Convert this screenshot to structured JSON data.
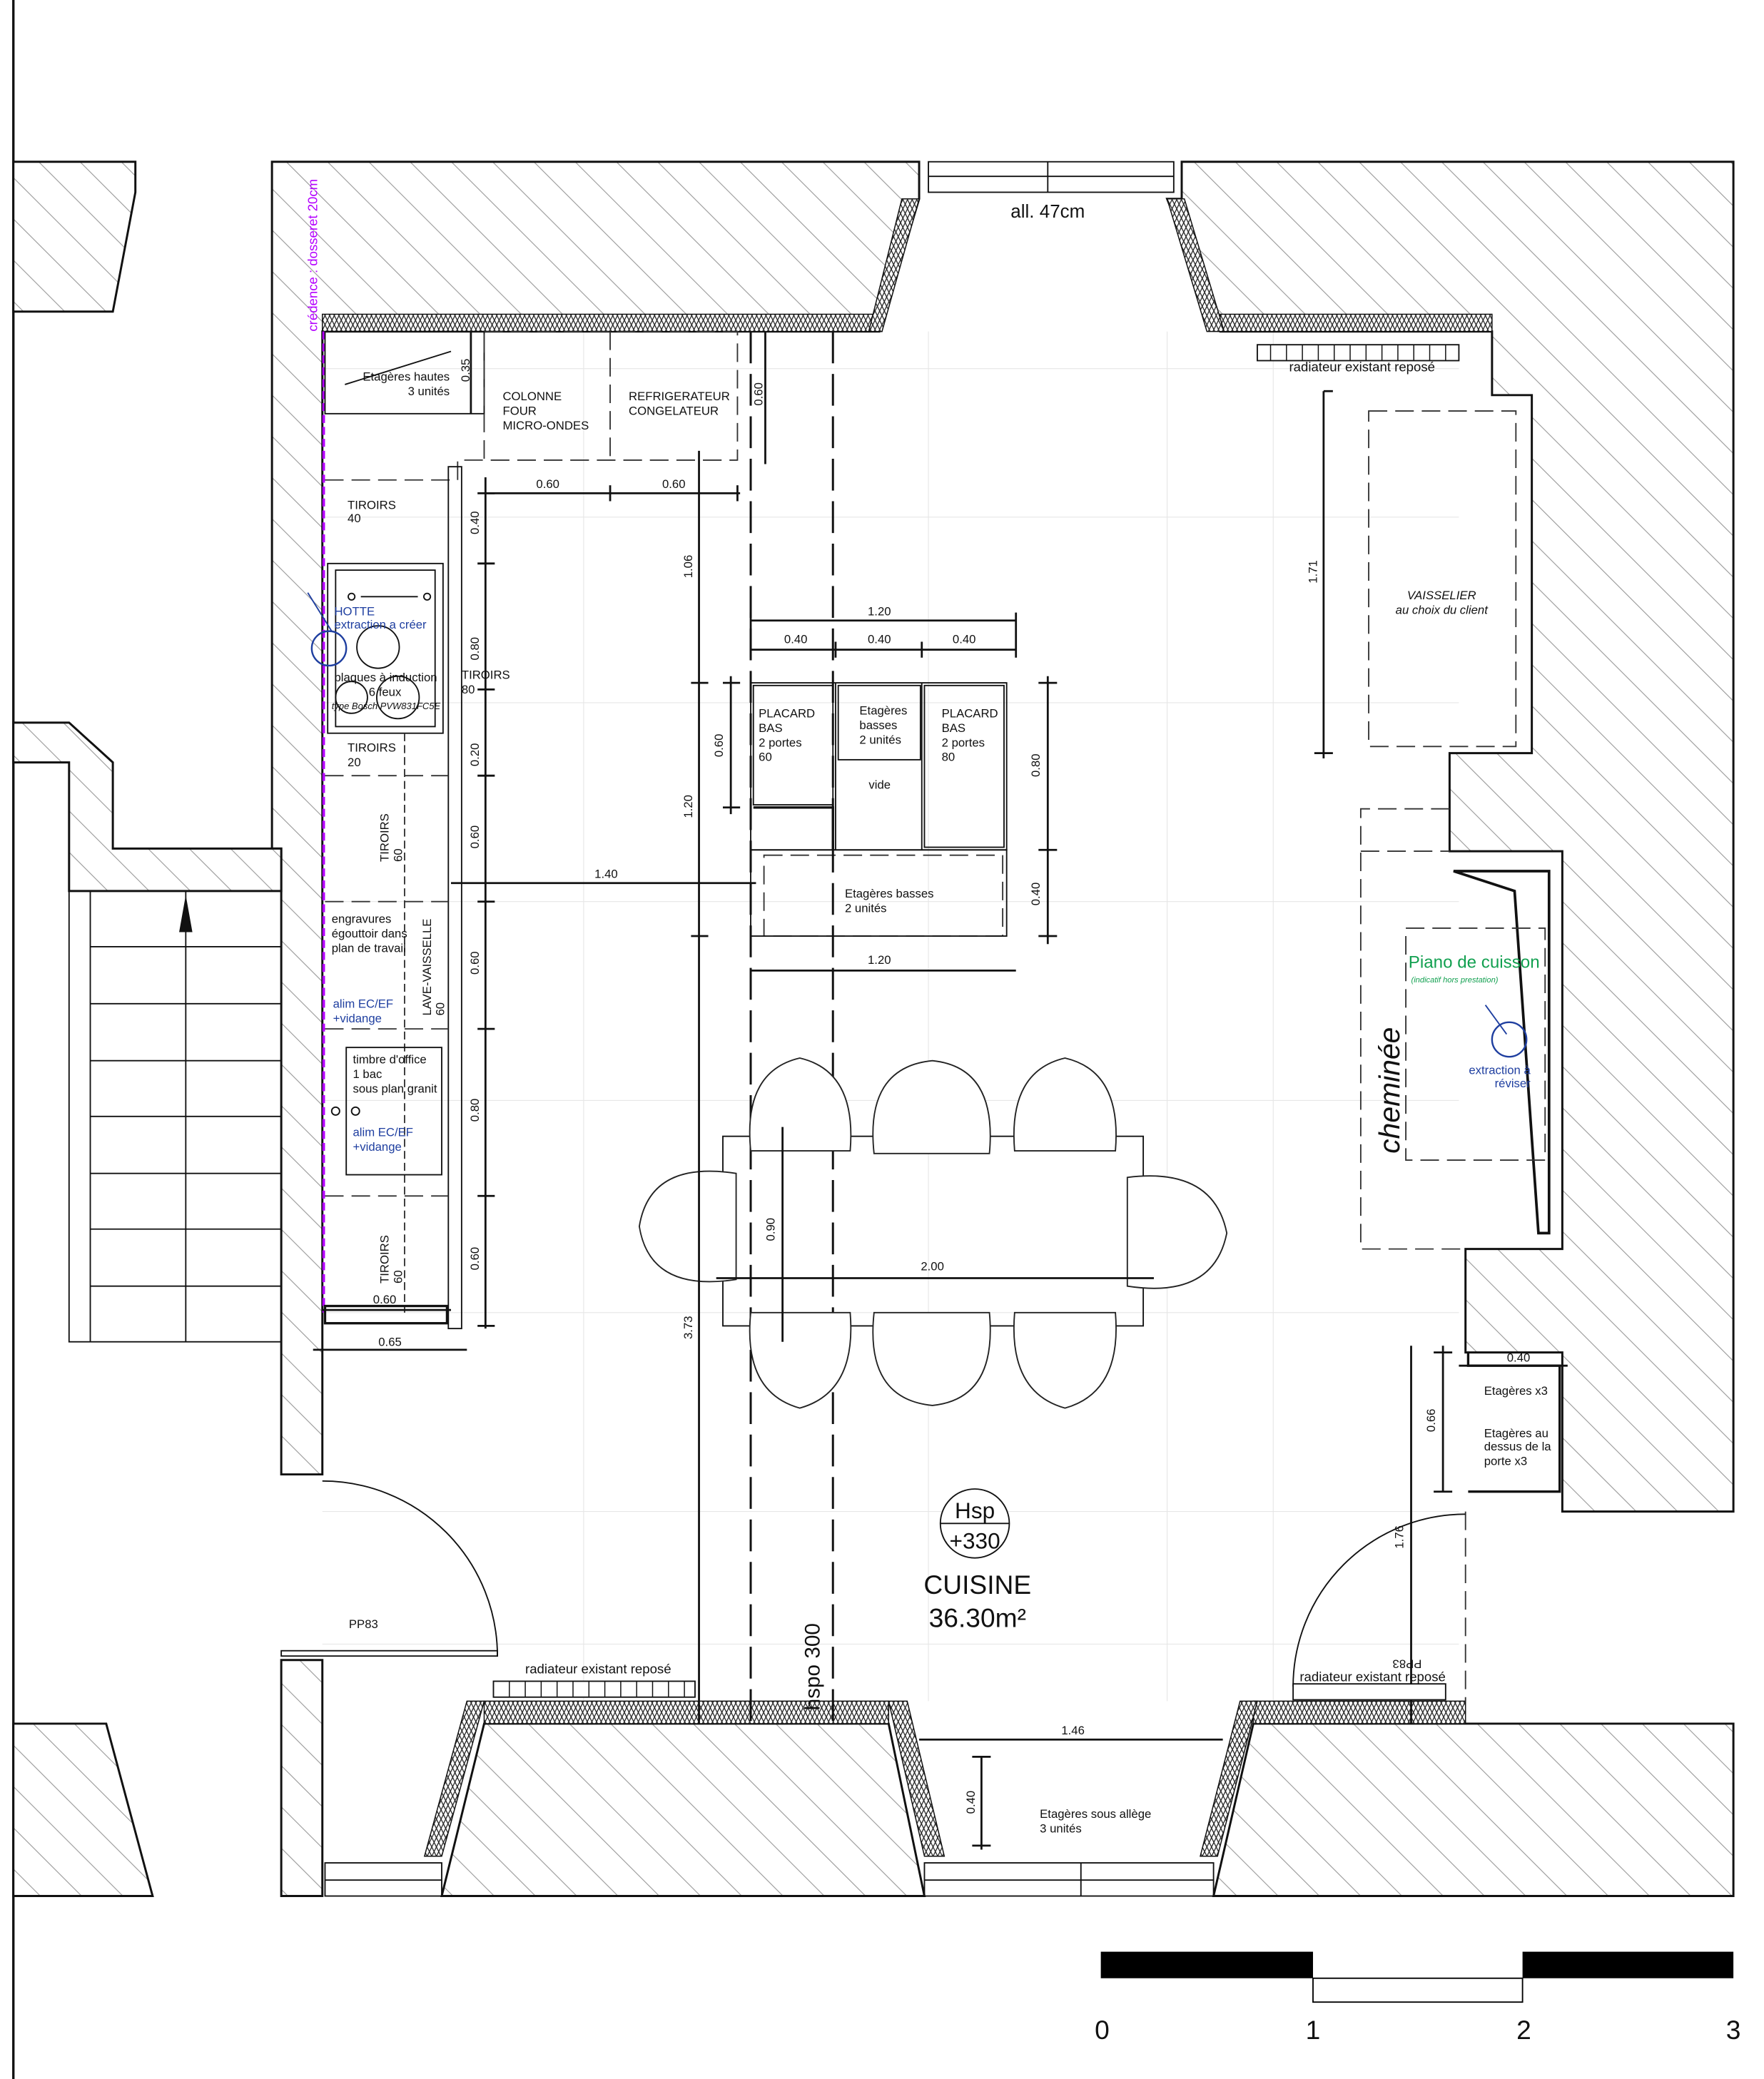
{
  "colors": {
    "note_blue": "#1f3fa0",
    "note_green": "#12a050",
    "credence_magenta": "#b400ff"
  },
  "top": {
    "window_height": "all. 47cm",
    "credence": "crédence : dosseret 20cm"
  },
  "kitchen_wall": {
    "etageres_hautes": [
      "Etagères hautes",
      "3 unités"
    ],
    "colonne": [
      "COLONNE",
      "FOUR",
      "MICRO-ONDES"
    ],
    "refrigerateur": [
      "REFRIGERATEUR",
      "CONGELATEUR"
    ],
    "tiroirs_40": [
      "TIROIRS",
      "40"
    ],
    "hotte": [
      "HOTTE",
      "extraction a créer"
    ],
    "plaques": [
      "plaques à induction",
      "6 feux",
      "type Bosch PVW831FC5E"
    ],
    "tiroirs_80": [
      "TIROIRS",
      "80"
    ],
    "tiroirs_20": [
      "TIROIRS",
      "20"
    ],
    "tiroirs_60a": [
      "TIROIRS",
      "60"
    ],
    "engravures": [
      "engravures",
      "égouttoir dans",
      "plan de travail"
    ],
    "lave_vaisselle": [
      "LAVE-VAISSELLE",
      "60"
    ],
    "alim1": [
      "alim EC/EF",
      "+vidange"
    ],
    "timbre": [
      "timbre d'office",
      "1 bac",
      "sous plan granit"
    ],
    "alim2": [
      "alim EC/EF",
      "+vidange"
    ],
    "tiroirs_60b": [
      "TIROIRS",
      "60"
    ]
  },
  "island": {
    "placard_60": [
      "PLACARD",
      "BAS",
      "2 portes",
      "60"
    ],
    "etageres_basses_2": [
      "Etagères",
      "basses",
      "2 unités"
    ],
    "vide": "vide",
    "placard_80": [
      "PLACARD",
      "BAS",
      "2 portes",
      "80"
    ],
    "etageres_basses": [
      "Etagères basses",
      "2 unités"
    ]
  },
  "right": {
    "radiateur_top": "radiateur existant reposé",
    "vaisselier": [
      "VAISSELIER",
      "au choix du client"
    ],
    "cheminee": "cheminée",
    "piano": [
      "Piano de cuisson",
      "(indicatif hors prestation)"
    ],
    "extraction": [
      "extraction à",
      "réviser"
    ],
    "etageres_closet": [
      "Etagères x3",
      "Etagères au",
      "dessus de la",
      "porte x3"
    ]
  },
  "room": {
    "hsp": "Hsp",
    "hsp_value": "+330",
    "name": "CUISINE",
    "area": "36.30m²",
    "hspo": "hspo 300"
  },
  "bottom": {
    "door_left": "PP83",
    "door_right": "PP83",
    "radiateur_left": "radiateur existant reposé",
    "radiateur_right": "radiateur existant reposé",
    "etageres_allege": [
      "Etagères sous allège",
      "3 unités"
    ]
  },
  "dims": {
    "d035": "0.35",
    "d060_top": "0.60",
    "d060_h1": "0.60",
    "d060_h2": "0.60",
    "d040_l": "0.40",
    "d106": "1.06",
    "d080_l": "0.80",
    "d020": "0.20",
    "d060_l1": "0.60",
    "d060_l2": "0.60",
    "d080_l2": "0.80",
    "d060_l3": "0.60",
    "d060_bottom": "0.60",
    "d065": "0.65",
    "d120_top": "1.20",
    "d040_a": "0.40",
    "d040_b": "0.40",
    "d040_c": "0.40",
    "d060_isl": "0.60",
    "d120_v": "1.20",
    "d080_isl": "0.80",
    "d040_isl": "0.40",
    "d140": "1.40",
    "d120_bot": "1.20",
    "d090": "0.90",
    "d200": "2.00",
    "d373": "3.73",
    "d171": "1.71",
    "d040_closet": "0.40",
    "d066": "0.66",
    "d176": "1.76",
    "d146": "1.46",
    "d040_allege": "0.40"
  },
  "scale_bar": {
    "labels": [
      "0",
      "1",
      "2",
      "3"
    ]
  }
}
